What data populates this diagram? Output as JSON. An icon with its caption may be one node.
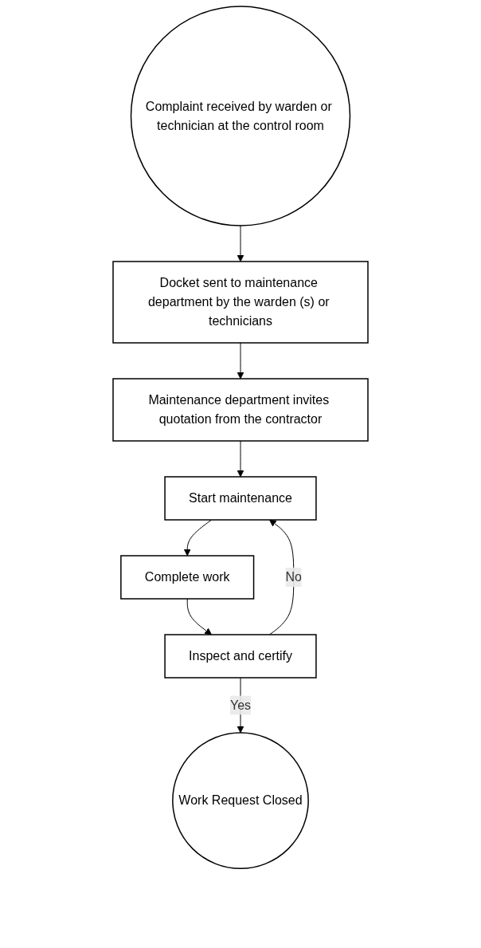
{
  "diagram": {
    "nodes": [
      {
        "text": [
          "Complaint received by warden or technician at the control room"
        ]
      },
      {
        "text": [
          "Docket sent to maintenance department by the warden (s) or technicians"
        ]
      },
      {
        "text": [
          "Maintenance department invites quotation from the contractor"
        ]
      },
      {
        "text": [
          "Start maintenance"
        ]
      },
      {
        "text": [
          "Complete work"
        ]
      },
      {
        "text": [
          "Inspect and certify"
        ]
      },
      {
        "text": [
          "Work Request Closed"
        ]
      }
    ],
    "edges": [
      {
        "from": 0,
        "to": 1,
        "arrow": "to"
      },
      {
        "from": 1,
        "to": 2,
        "arrow": "to"
      },
      {
        "from": 2,
        "to": 3,
        "arrow": "to"
      },
      {
        "from": 3,
        "to": 4,
        "arrow": "to"
      },
      {
        "from": 4,
        "to": 5,
        "arrow": "to"
      },
      {
        "from": 5,
        "to": 6,
        "arrow": "to",
        "label": "Yes"
      },
      {
        "from": 5,
        "to": 3,
        "arrow": "to",
        "label": "No"
      }
    ]
  }
}
